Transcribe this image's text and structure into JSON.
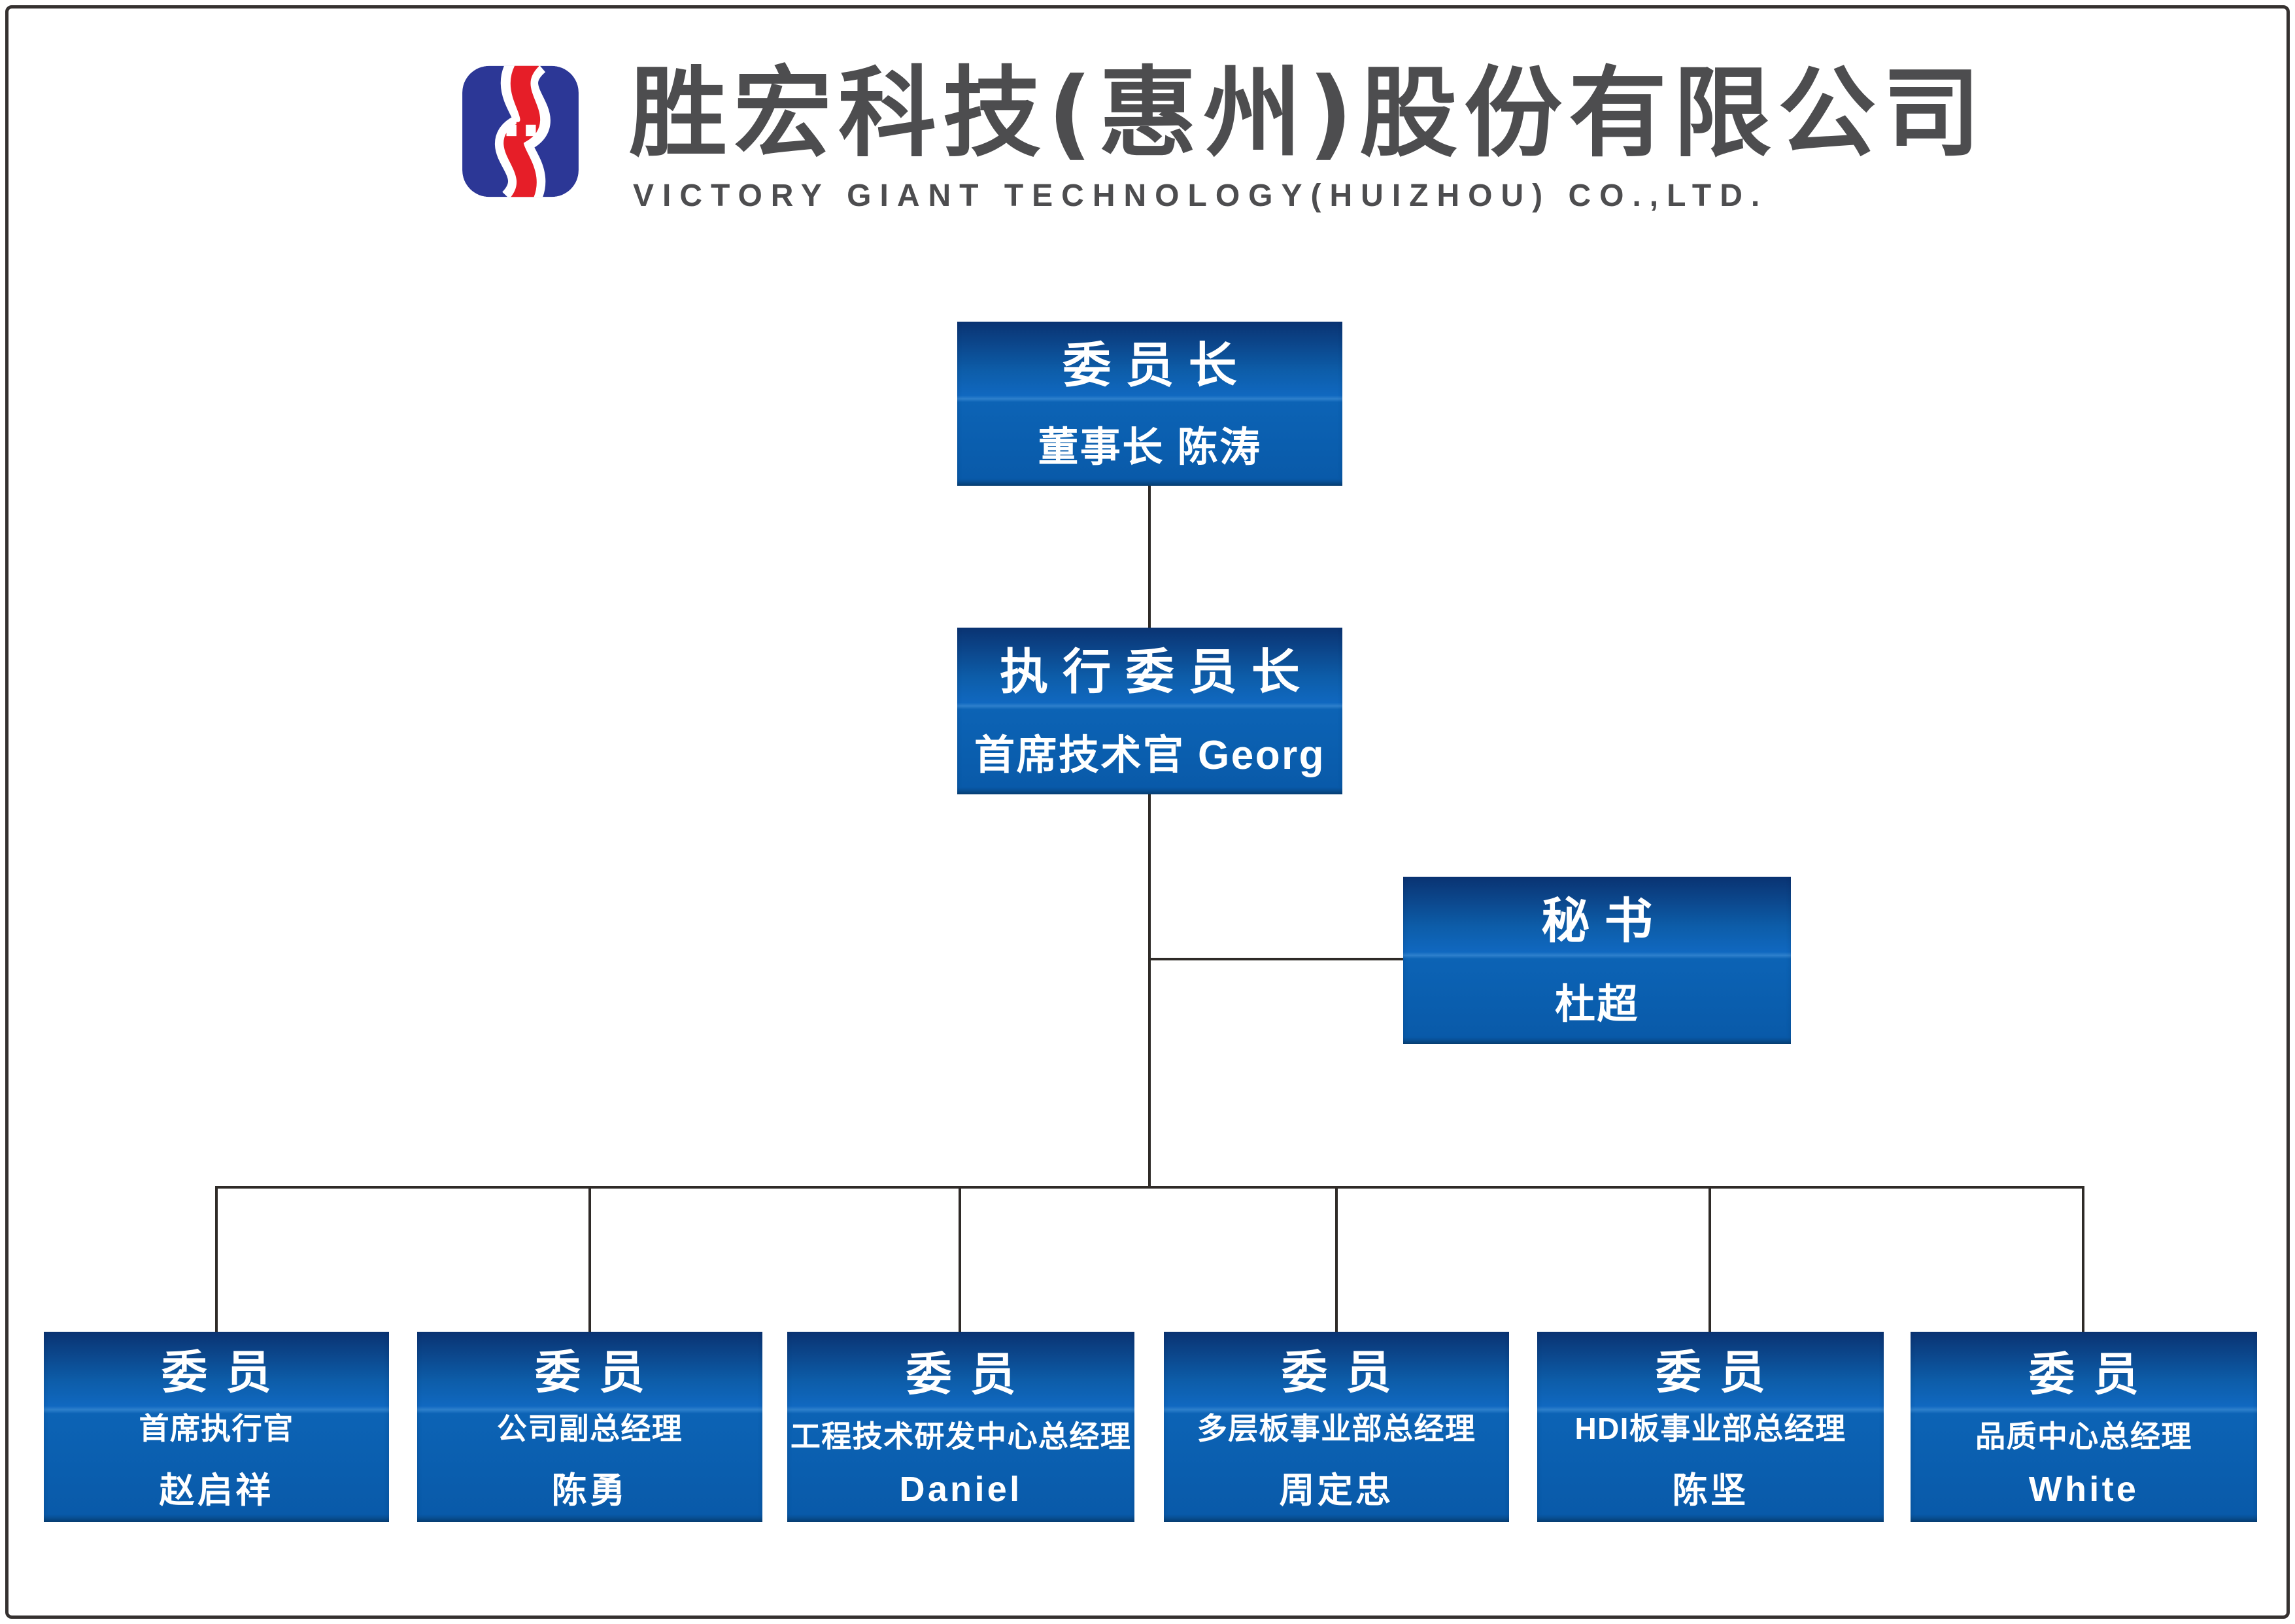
{
  "page": {
    "background": "#ffffff",
    "border_color": "#353130"
  },
  "colors": {
    "logo_blue": "#2c3796",
    "logo_red": "#e61e28",
    "box_gradient_dark": "#0a3372",
    "box_gradient_bright": "#1068c0",
    "box_blue": "#0c63b5",
    "connector_line": "#2f2b28",
    "header_text": "#4d4d4f",
    "box_text": "#ffffff"
  },
  "header": {
    "company_name_zh": "胜宏科技(惠州)股份有限公司",
    "company_name_en": "VICTORY GIANT TECHNOLOGY(HUIZHOU) CO.,LTD."
  },
  "chart": {
    "chairman": {
      "title": "委员长",
      "subtitle": "董事长 陈涛"
    },
    "executive_chairman": {
      "title": "执行委员长",
      "subtitle": "首席技术官 Georg"
    },
    "secretary": {
      "title": "秘书",
      "subtitle": "杜超"
    },
    "members": [
      {
        "title": "委员",
        "role": "首席执行官",
        "name": "赵启祥"
      },
      {
        "title": "委员",
        "role": "公司副总经理",
        "name": "陈勇"
      },
      {
        "title": "委员",
        "role": "工程技术研发中心总经理",
        "name": "Daniel"
      },
      {
        "title": "委员",
        "role": "多层板事业部总经理",
        "name": "周定忠"
      },
      {
        "title": "委员",
        "role": "HDI板事业部总经理",
        "name": "陈坚"
      },
      {
        "title": "委员",
        "role": "品质中心总经理",
        "name": "White"
      }
    ]
  }
}
